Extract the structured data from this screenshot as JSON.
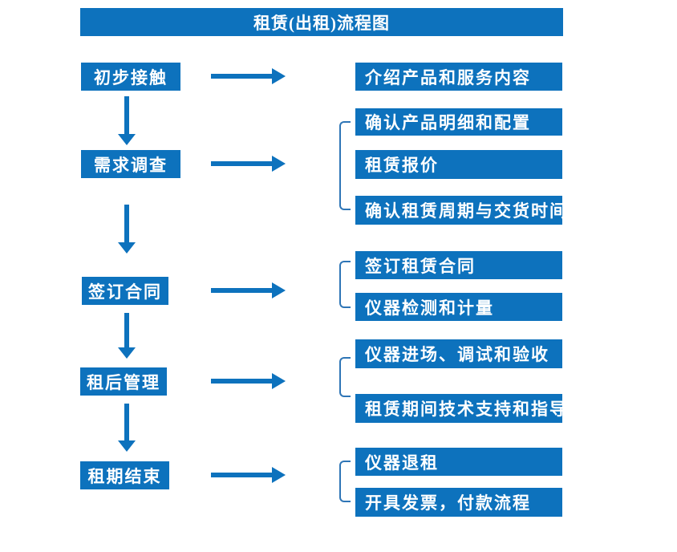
{
  "title": "租赁(出租)流程图",
  "colors": {
    "primary": "#0d72bd",
    "bracket": "#2e75b6"
  },
  "stages": [
    {
      "label": "初步接触"
    },
    {
      "label": "需求调查"
    },
    {
      "label": "签订合同"
    },
    {
      "label": "租后管理"
    },
    {
      "label": "租期结束"
    }
  ],
  "details": [
    {
      "label": "介绍产品和服务内容"
    },
    {
      "label": "确认产品明细和配置"
    },
    {
      "label": "租赁报价"
    },
    {
      "label": "确认租赁周期与交货时间"
    },
    {
      "label": "签订租赁合同"
    },
    {
      "label": "仪器检测和计量"
    },
    {
      "label": "仪器进场、调试和验收"
    },
    {
      "label": "租赁期间技术支持和指导"
    },
    {
      "label": "仪器退租"
    },
    {
      "label": "开具发票，付款流程"
    }
  ]
}
